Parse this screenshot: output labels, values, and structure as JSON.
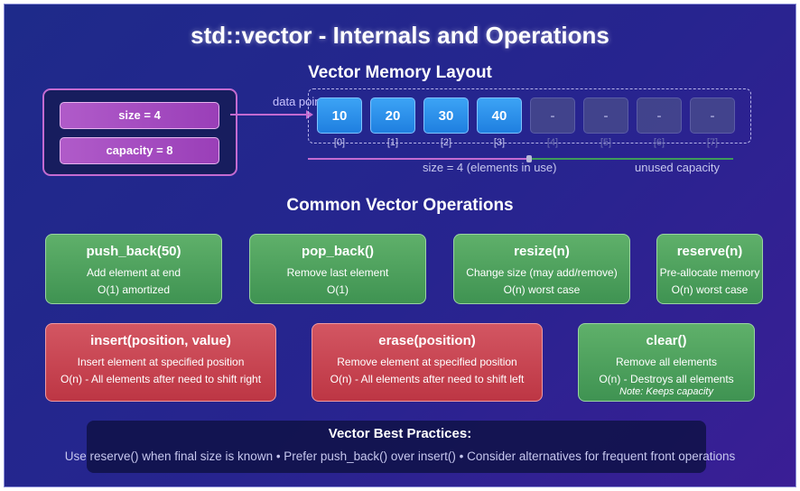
{
  "title": "std::vector - Internals and Operations",
  "memory_layout": {
    "heading": "Vector Memory Layout",
    "size_field": "size = 4",
    "capacity_field": "capacity = 8",
    "pointer_label": "data pointer",
    "cells": [
      {
        "value": "10",
        "index": "[0]",
        "used": true
      },
      {
        "value": "20",
        "index": "[1]",
        "used": true
      },
      {
        "value": "30",
        "index": "[2]",
        "used": true
      },
      {
        "value": "40",
        "index": "[3]",
        "used": true
      },
      {
        "value": "-",
        "index": "[4]",
        "used": false
      },
      {
        "value": "-",
        "index": "[5]",
        "used": false
      },
      {
        "value": "-",
        "index": "[6]",
        "used": false
      },
      {
        "value": "-",
        "index": "[7]",
        "used": false
      }
    ],
    "size_caption": "size = 4 (elements in use)",
    "capacity_caption": "unused capacity"
  },
  "operations": {
    "heading": "Common Vector Operations",
    "items": [
      {
        "name": "push_back(50)",
        "desc": "Add element at end",
        "complexity": "O(1) amortized",
        "kind": "fast"
      },
      {
        "name": "pop_back()",
        "desc": "Remove last element",
        "complexity": "O(1)",
        "kind": "fast"
      },
      {
        "name": "resize(n)",
        "desc": "Change size (may add/remove)",
        "complexity": "O(n) worst case",
        "kind": "fast"
      },
      {
        "name": "reserve(n)",
        "desc": "Pre-allocate memory",
        "complexity": "O(n) worst case",
        "kind": "fast"
      },
      {
        "name": "insert(position, value)",
        "desc": "Insert element at specified position",
        "complexity": "O(n) - All elements after need to shift right",
        "kind": "slow"
      },
      {
        "name": "erase(position)",
        "desc": "Remove element at specified position",
        "complexity": "O(n) - All elements after need to shift left",
        "kind": "slow"
      },
      {
        "name": "clear()",
        "desc": "Remove all elements",
        "complexity": "O(n) - Destroys all elements",
        "note": "Note: Keeps capacity",
        "kind": "fast"
      }
    ]
  },
  "best_practices": {
    "title": "Vector Best Practices:",
    "text": "Use reserve() when final size is known • Prefer push_back() over insert() • Consider alternatives for frequent front operations"
  },
  "colors": {
    "background": "#27248f",
    "used_cell": "#2a8ff0",
    "fast_op": "#4fa35f",
    "slow_op": "#c8444f",
    "accent": "#c46bd1"
  }
}
